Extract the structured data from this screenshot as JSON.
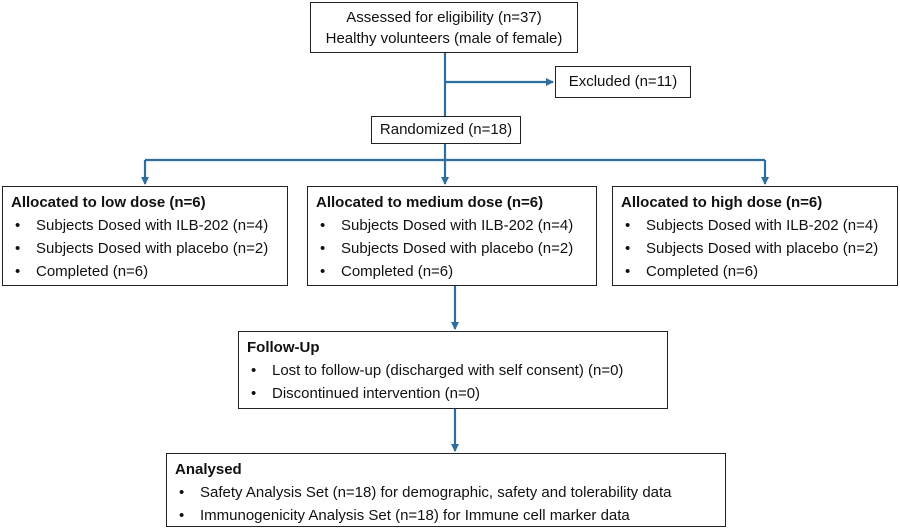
{
  "assessed": {
    "line1": "Assessed for eligibility (n=37)",
    "line2": "Healthy volunteers (male of female)"
  },
  "excluded": "Excluded (n=11)",
  "randomized": "Randomized (n=18)",
  "arms": [
    {
      "title": "Allocated to low dose (n=6)",
      "items": [
        "Subjects Dosed with ILB-202 (n=4)",
        "Subjects Dosed with placebo (n=2)",
        "Completed (n=6)"
      ]
    },
    {
      "title": "Allocated to medium dose (n=6)",
      "items": [
        "Subjects Dosed with ILB-202 (n=4)",
        "Subjects Dosed with placebo (n=2)",
        "Completed (n=6)"
      ]
    },
    {
      "title": "Allocated to high dose (n=6)",
      "items": [
        "Subjects Dosed with ILB-202 (n=4)",
        "Subjects Dosed with placebo (n=2)",
        "Completed (n=6)"
      ]
    }
  ],
  "followup": {
    "title": "Follow-Up",
    "items": [
      "Lost to follow-up (discharged with self consent) (n=0)",
      "Discontinued intervention (n=0)"
    ]
  },
  "analysed": {
    "title": "Analysed",
    "items": [
      "Safety Analysis Set (n=18) for demographic, safety and tolerability data",
      "Immunogenicity Analysis Set (n=18) for Immune cell marker data"
    ]
  },
  "colors": {
    "connector": "#2e6e9e",
    "border": "#222222"
  }
}
